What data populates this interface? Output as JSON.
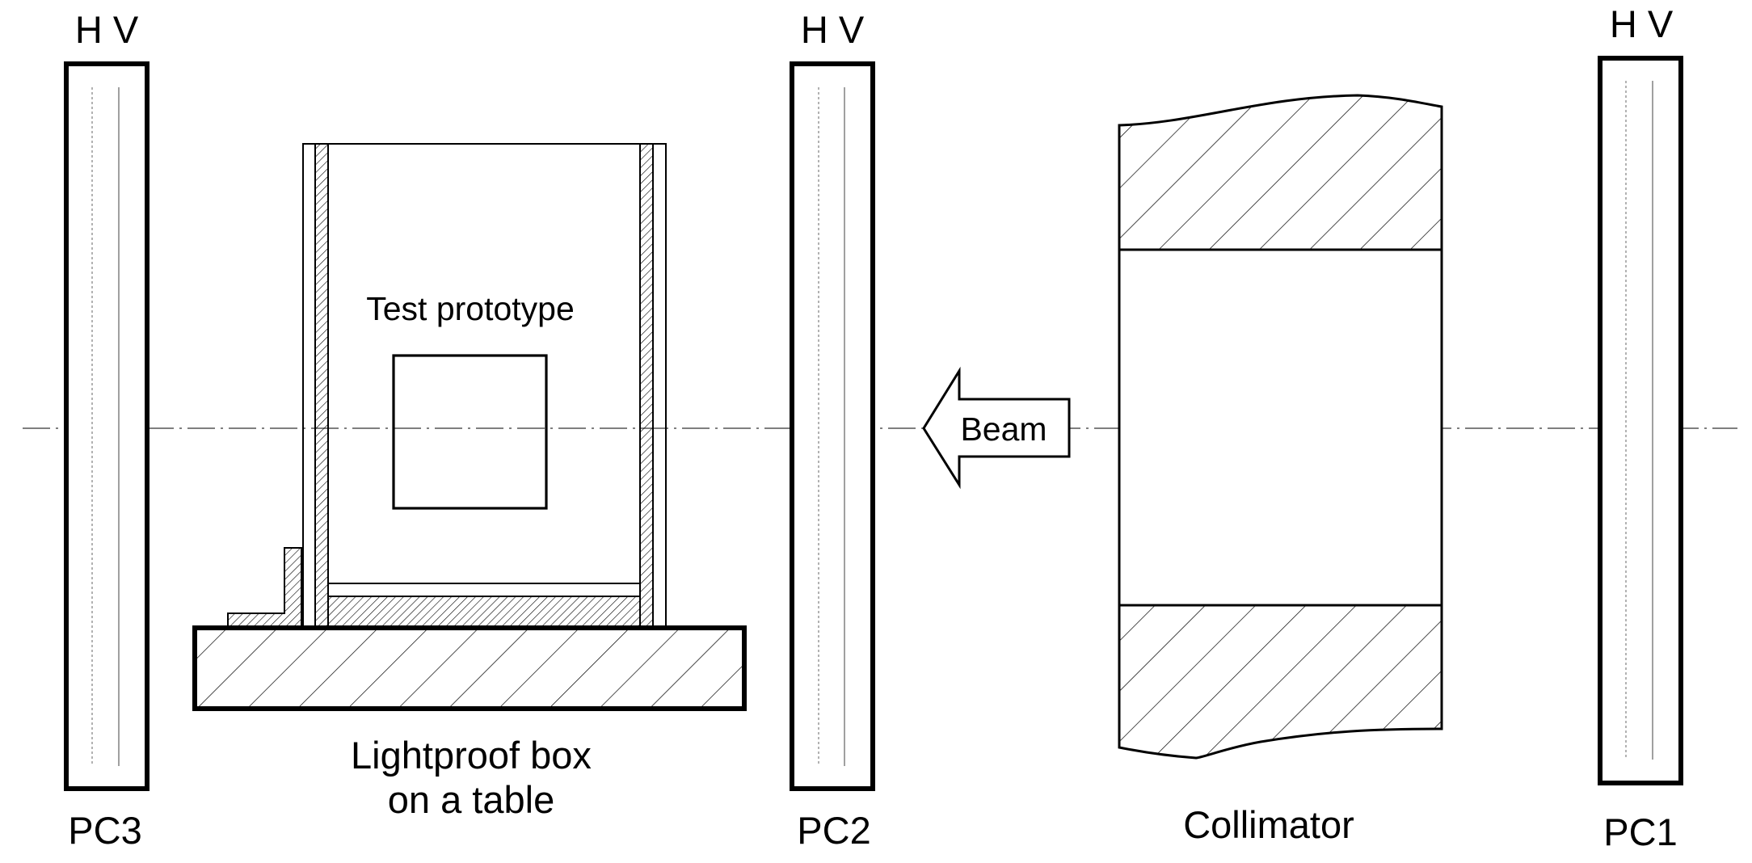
{
  "labels": {
    "pc3": "PC3",
    "pc2": "PC2",
    "pc1": "PC1",
    "hv_pc3": "H V",
    "hv_pc2": "H V",
    "hv_pc1": "H V",
    "test_prototype": "Test prototype",
    "beam": "Beam",
    "box_line1": "Lightproof box",
    "box_line2": "on a table",
    "collimator": "Collimator"
  },
  "colors": {
    "line": "#000000",
    "background": "#ffffff",
    "beam_axis": "#555555"
  }
}
